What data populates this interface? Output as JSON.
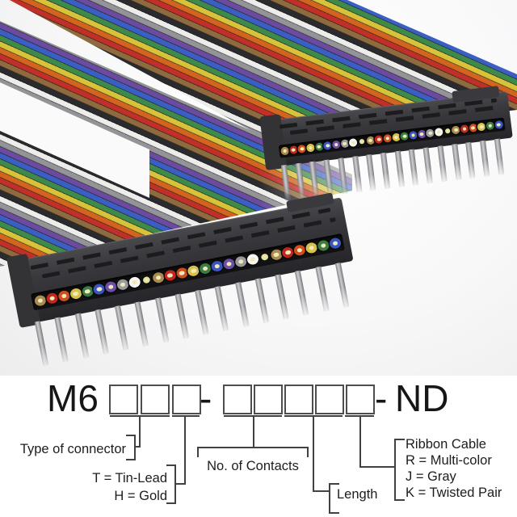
{
  "part_number": {
    "prefix": "M6",
    "dash1": "-",
    "dash2": "-",
    "suffix": "ND",
    "group1_box_count": 3,
    "group2_box_count": 5,
    "pattern": "M6[][][]-[][][][][]-ND"
  },
  "callouts": {
    "connector_type": "Type of connector",
    "plating_line1": "T = Tin-Lead",
    "plating_line2": "H = Gold",
    "contacts": "No. of Contacts",
    "length": "Length",
    "cable_line1": "Ribbon Cable",
    "cable_line2": "R = Multi-color",
    "cable_line3": "J = Gray",
    "cable_line4": "K = Twisted Pair"
  },
  "photo": {
    "ribbon_wire_colors": [
      "#8d6b3f",
      "#c03028",
      "#d2641f",
      "#d8c23a",
      "#3f8a48",
      "#3a5ec2",
      "#6a4ba0",
      "#939398",
      "#ececea",
      "#2b2b2d"
    ],
    "wire_end_colors": [
      "#a98b52",
      "#c1271f",
      "#cf4e1f",
      "#d6c14a",
      "#3a7d44",
      "#3b55c0",
      "#6d4fa6",
      "#9a9a9e",
      "#f6f6f2",
      "#e3e39e"
    ],
    "wire_end_center_color": "#f0e8b8",
    "connector_body_color": "#3a3a3e",
    "pin_color": "#c0c0c3",
    "contacts_visible_per_connector": 26,
    "pins_per_connector": 16,
    "line_color": "#414141"
  }
}
